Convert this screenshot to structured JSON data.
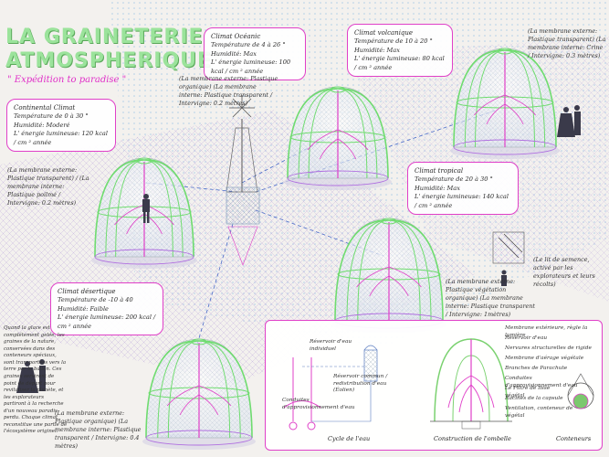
{
  "title": {
    "line1": "LA GRAINETERIE",
    "line2": "ATMOSPHERIQUE",
    "subtitle": "\" Expédition to paradise \""
  },
  "climates": {
    "continental": {
      "title": "Continental Climat",
      "temp": "Température de 0 à 30 °",
      "humidity": "Humidité: Moderé",
      "light": "L' énergie lumineuse: 120 kcal / cm ² année"
    },
    "oceanic": {
      "title": "Climat Océanic",
      "temp": "Température de 4 à 26 °",
      "humidity": "Humidité: Max",
      "light": "L' énergie lumineuse: 100 kcal / cm ² année"
    },
    "volcanic": {
      "title": "Climat volcanique",
      "temp": "Température de 10 à 20 °",
      "humidity": "Humidité: Max",
      "light": "L' énergie lumineuse: 80 kcal / cm ² année"
    },
    "tropical": {
      "title": "Climat tropical",
      "temp": "Température de 20 à 30 °",
      "humidity": "Humidité: Max",
      "light": "L' énergie lumineuse: 140 kcal / cm ² année"
    },
    "desert": {
      "title": "Climat désertique",
      "temp": "Température de -10 à 40",
      "humidity": "Humidité: Faible",
      "light": "L' énergie lumineuse: 200 kcal / cm ² année"
    }
  },
  "notes": {
    "continental_membrane": "(La membrane externe: Plastique transparent) / (La membrane interne: Plastique poilmé / Intervigne: 0.2 mètres)",
    "oceanic_membrane": "(La membrane externe: Plastique organique) (La membrane interne: Plastique transparent / Intervigne: 0.2 mètres)",
    "volcanic_membrane": "(La membrane externe: Plastique transparent) (La membrane interne: Crine / Intervigne: 0.3 mètres)",
    "tropical_membrane": "(La membrane externe: Plastique végétation organique) (La membrane interne: Plastique transparent / Intervigne: 1mètres)",
    "desert_membrane": "(La membrane externe: Plastique organique) (La membrane interne: Plastique transparent / Intervigne: 0.4 mètres)",
    "seed_box": "(Le lit de semence, activé par les explorateurs et leurs récolts)",
    "story": "Quand la glace est complétement gelée, les graines de la nature, conservées dans des conteneurs spéciaux, sont transportées vers la terre par le ballon. Ces graines serviront de point de départ pour revitaliser la planète, et les explorateurs partiront à la recherche d'un nouveau paradis perdu. Chaque climat reconstitue une partie de l'écosystème originel."
  },
  "panel": {
    "water_cycle": "Cycle de l'eau",
    "structure": "Construction de l'ombelle",
    "containers": "Conteneurs",
    "labels": {
      "reservoir_indiv": "Réservoir d'eau individuel",
      "reservoir_common": "Réservoir commun / redistribution d'eau (Éolien)",
      "pipes": "Conduites d'approvisionnement d'eau",
      "outer_membrane": "Membrane extérieure, règle la lumière",
      "reservoir_water": "Réservoir d'eau",
      "ribs": "Nervures structurelles de rigide",
      "plant_membrane": "Membrane d'aérage végétale",
      "umbrella": "Branches de Parachute",
      "feed_pipes": "Conduites d'approvisionnement d'eau",
      "filter": "Le Filtre de lisse végétal",
      "roots": "Racines de la capsule",
      "ventilation": "Ventilation, conteneur de végétal"
    }
  }
}
